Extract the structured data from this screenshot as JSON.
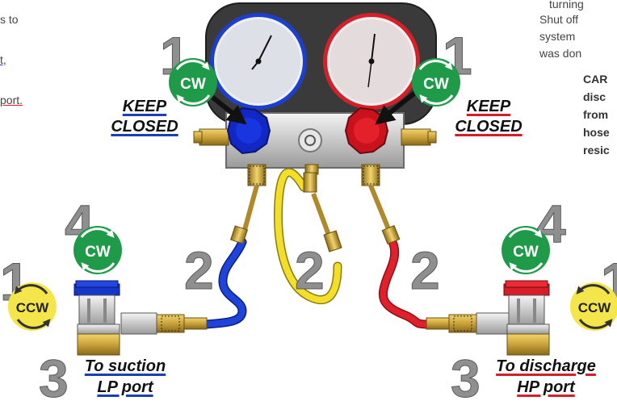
{
  "colors": {
    "low_side": "#1636c8",
    "high_side": "#e0202b",
    "charge_hose": "#f3df2a",
    "cw_badge": "#1e9a48",
    "ccw_badge": "#f4e64a",
    "gauge_body": "#3a3a3a",
    "brass": "#c9a23a",
    "steel": "#c9c9c9"
  },
  "cropped_text": {
    "left_line_1": "s to",
    "left_line_2": "t,",
    "left_line_3": "port.",
    "right_line_1": "turning",
    "right_line_2": "Shut off",
    "right_line_3": "system",
    "right_line_4": "was don"
  },
  "caution": {
    "line_1": "CAR",
    "line_2": "disc",
    "line_3": "from",
    "line_4": "hose",
    "line_5": "resic"
  },
  "labels": {
    "keep_closed_left_1": "KEEP",
    "keep_closed_left_2": "CLOSED",
    "keep_closed_right_1": "KEEP",
    "keep_closed_right_2": "CLOSED",
    "suction_1": "To suction",
    "suction_2": "LP port",
    "discharge_1": "To discharge",
    "discharge_2": "HP port"
  },
  "steps": {
    "gauge_left": "1",
    "gauge_right": "1",
    "hose_left": "2",
    "hose_middle": "2",
    "hose_right": "2",
    "coupler_left": "3",
    "coupler_right": "3",
    "knob_left": "4",
    "knob_right": "4",
    "ccw_left": "1",
    "ccw_right": "1"
  },
  "badges": {
    "cw": "CW",
    "ccw": "CCW"
  },
  "icons": {
    "rotate_cw": "rotate-cw-icon",
    "rotate_ccw": "rotate-ccw-icon",
    "pointer": "arrow-icon"
  }
}
